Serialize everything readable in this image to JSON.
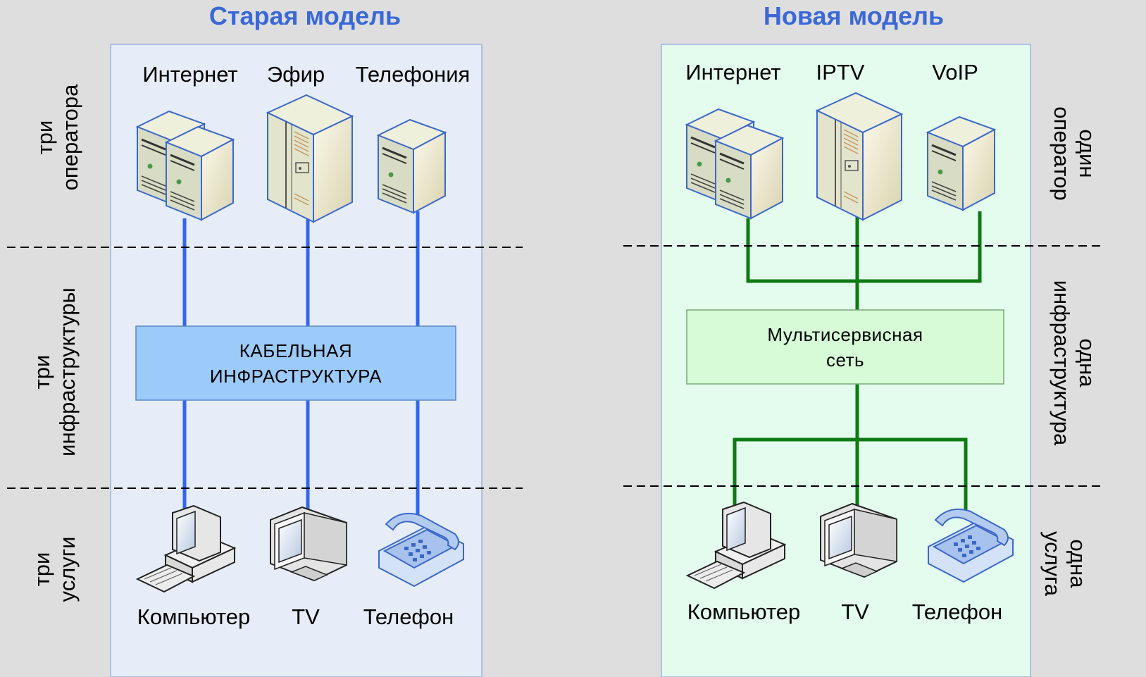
{
  "old": {
    "title": "Старая модель",
    "operators": [
      "Интернет",
      "Эфир",
      "Телефония"
    ],
    "infra": "КАБЕЛЬНАЯ\nИНФРАСТРУКТУРА",
    "services": [
      "Компьютер",
      "TV",
      "Телефон"
    ],
    "side": [
      "три\nоператора",
      "три\nинфраструктуры",
      "три\nуслуги"
    ]
  },
  "new": {
    "title": "Новая модель",
    "operators": [
      "Интернет",
      "IPTV",
      "VoIP"
    ],
    "infra": "Мультисервисная\nсеть",
    "services": [
      "Компьютер",
      "TV",
      "Телефон"
    ],
    "side": [
      "один\nоператор",
      "одна\nинфраструктура",
      "одна\nуслуга"
    ]
  },
  "colors": {
    "background": "#dedede",
    "old_panel": "#e6edf8",
    "new_panel": "#e4fcee",
    "old_box": "#9ccbfa",
    "new_box": "#d6fbd6",
    "old_line": "#3366ee",
    "new_line": "#0e7a12",
    "title": "#3a68d8"
  },
  "icons": {
    "servers": [
      "dual-server-icon",
      "tower-server-icon",
      "single-server-icon"
    ],
    "devices": [
      "computer-icon",
      "monitor-icon",
      "telephone-icon"
    ]
  }
}
